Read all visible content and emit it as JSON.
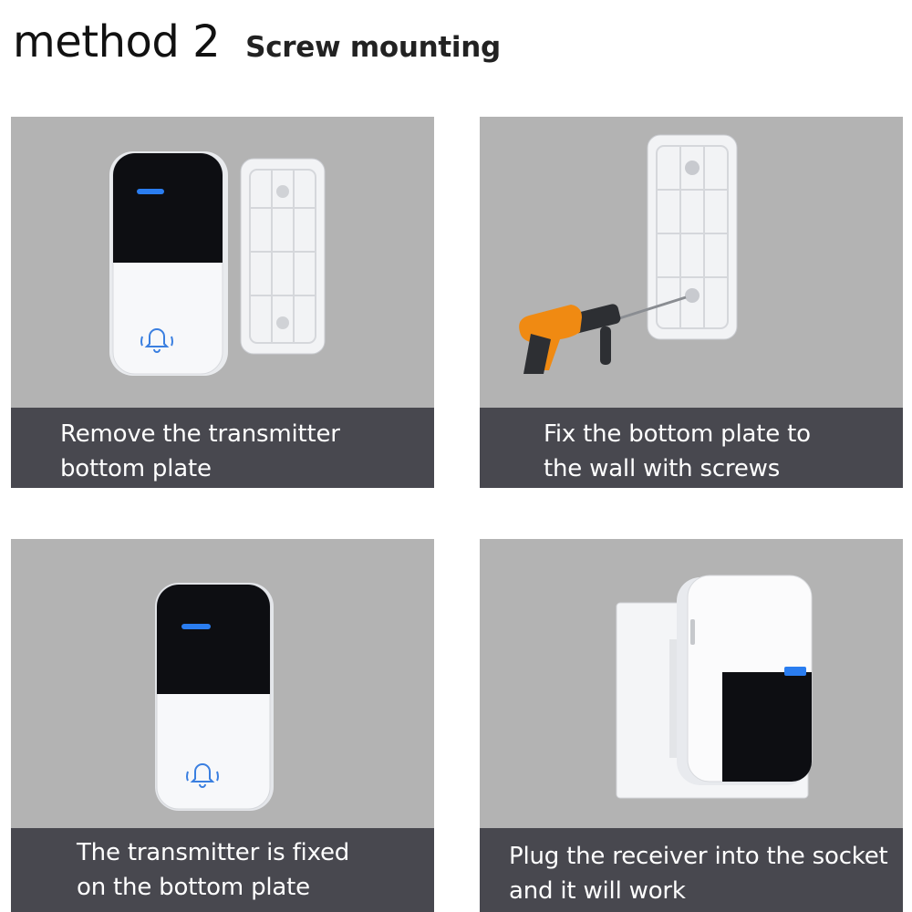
{
  "header": {
    "title": "method 2",
    "subtitle": "Screw mounting"
  },
  "panels": [
    {
      "caption_line1": "Remove the transmitter",
      "caption_line2": "bottom plate"
    },
    {
      "caption_line1": "Fix the bottom plate to",
      "caption_line2": "the wall with screws"
    },
    {
      "caption_line1": "The transmitter is fixed",
      "caption_line2": "on the bottom plate"
    },
    {
      "caption_line1": "Plug the receiver into the socket",
      "caption_line2": "and it will work"
    }
  ],
  "colors": {
    "panel_bg": "#b3b3b3",
    "caption_bg": "#48484f",
    "accent_blue": "#1f6fe0",
    "drill_orange": "#f08a12"
  },
  "icons": [
    "bell-icon",
    "doorbell-transmitter",
    "mounting-plate",
    "power-drill",
    "wall-socket",
    "doorbell-receiver"
  ]
}
